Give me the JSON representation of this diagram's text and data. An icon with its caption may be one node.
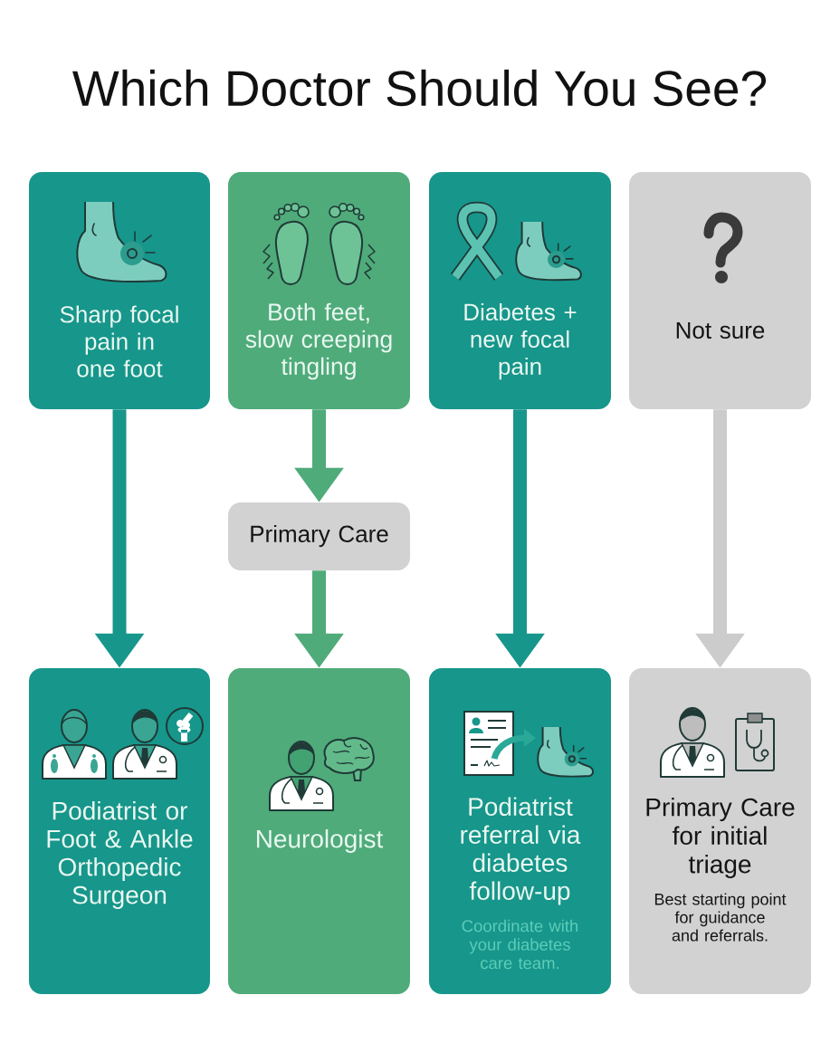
{
  "diagram": {
    "title": "Which Doctor Should You See?",
    "nodes": [
      {
        "text": [
          "Sharp focal pain in one foot"
        ]
      },
      {
        "text": [
          "Both feet, slow creeping tingling"
        ]
      },
      {
        "text": [
          "Diabetes + new focal pain"
        ]
      },
      {
        "text": [
          "Not sure"
        ]
      },
      {
        "text": [
          "Primary Care"
        ]
      },
      {
        "text": [
          "Podiatrist or Foot & Ankle Orthopedic Surgeon"
        ]
      },
      {
        "text": [
          "Neurologist"
        ]
      },
      {
        "text": [
          "Podiatrist referral via diabetes follow-up",
          "Coordinate with your diabetes care team."
        ]
      },
      {
        "text": [
          "Primary Care for initial triage",
          "Best starting point for guidance and referrals."
        ]
      }
    ],
    "edges": [
      {
        "from": 0,
        "to": 5,
        "arrow": "to",
        "color": "#17968b"
      },
      {
        "from": 1,
        "to": 4,
        "arrow": "to",
        "color": "#4fab7a"
      },
      {
        "from": 4,
        "to": 6,
        "arrow": "to",
        "color": "#4fab7a"
      },
      {
        "from": 2,
        "to": 7,
        "arrow": "to",
        "color": "#17968b"
      },
      {
        "from": 3,
        "to": 8,
        "arrow": "to",
        "color": "#cccccc"
      }
    ]
  }
}
